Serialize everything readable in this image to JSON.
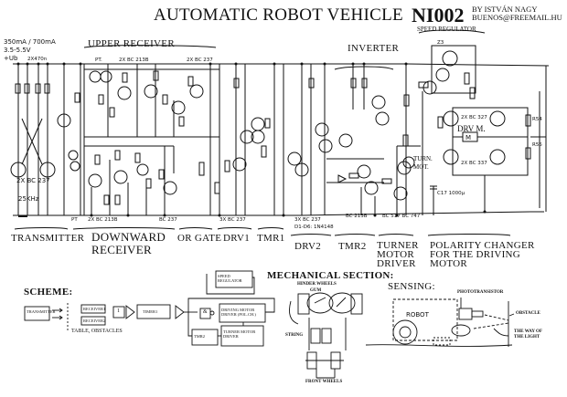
{
  "header": {
    "title": "AUTOMATIC ROBOT VEHICLE",
    "code": "NI002",
    "author_line1": "BY ISTVÁN NAGY",
    "author_line2": "BUENOS@FREEMAIL.HU"
  },
  "supply": {
    "current": "350mA / 700mA",
    "voltage": "3.5-5.5V",
    "ub": "+Ub",
    "cap": "2X470n"
  },
  "upper_sections": {
    "upper_receiver": "UPPER RECEIVER",
    "inverter": "INVERTER",
    "speed_regulator": "SPEED REGULATOR"
  },
  "circuit_labels": {
    "upper_pt": "PT.",
    "upper_transistors": "2X BC 213B",
    "upper_transistors2": "2X BC 237",
    "transmitter_transistors": "2X BC 237",
    "freq": "25KHz",
    "lower_pt": "PT",
    "downward_transistors": "2X BC 213B",
    "or_gate_transistor": "BC 237",
    "drv1_transistors": "3X BC 237",
    "drv2_transistors": "3X BC 237",
    "diodes": "D1-D6: 1N4148",
    "tmr2_transistor": "BC 213B",
    "turner_transistors": "BC 517  BC 747",
    "turn_mot": "TURN. MOT.",
    "drv_m": "DRV M.",
    "h_bridge_top": "2X BC 327",
    "h_bridge_bottom": "2X BC 337",
    "r54": "R54",
    "r55": "R55",
    "z3": "Z3",
    "c17": "C17 1000µ"
  },
  "block_labels": [
    {
      "id": "transmitter",
      "text": "TRANSMITTER"
    },
    {
      "id": "downward-receiver",
      "text": "DOWNWARD RECEIVER"
    },
    {
      "id": "or-gate",
      "text": "OR GATE"
    },
    {
      "id": "drv1",
      "text": "DRV1"
    },
    {
      "id": "tmr1",
      "text": "TMR1"
    },
    {
      "id": "drv2",
      "text": "DRV2"
    },
    {
      "id": "tmr2",
      "text": "TMR2"
    },
    {
      "id": "turner-motor-driver",
      "text": "TURNER MOTOR DRIVER"
    },
    {
      "id": "polarity-changer",
      "text": "POLARITY CHANGER FOR THE DRIVING MOTOR"
    }
  ],
  "scheme": {
    "title": "SCHEME:",
    "transmitter": "TRANSMITTER",
    "receiver1": "RECEIVER1",
    "receiver2": "RECEIVER2",
    "or_symbol": "1",
    "timer1": "TIMER1",
    "speed_regulator": "SPEED REGULATOR",
    "and_symbol": "&",
    "driving_motor_driver": "DRIVING MOTOR DRIVER (POL.CH.)",
    "timer2": "TMR2",
    "turner_motor_driver": "TURNER MOTOR DRIVER",
    "table_obstacles": "TABLE, OBSTACLES"
  },
  "mechanical": {
    "title": "MECHANICAL SECTION:",
    "hinder_wheels": "HINDER WHEELS",
    "gum": "GUM",
    "string": "STRING",
    "front_wheels": "FRONT WHEELS"
  },
  "sensing": {
    "title": "SENSING:",
    "robot": "ROBOT",
    "phototransistor": "PHOTOTRANSISTOR",
    "obstacle": "OBSTACLE",
    "way_of_light": "THE WAY OF THE LIGHT"
  }
}
